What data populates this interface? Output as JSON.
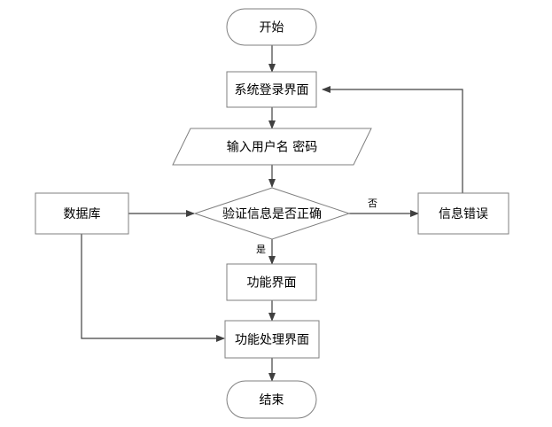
{
  "nodes": {
    "start": "开始",
    "login": "系统登录界面",
    "input": "输入用户名 密码",
    "verify": "验证信息是否正确",
    "database": "数据库",
    "error": "信息错误",
    "function": "功能界面",
    "process": "功能处理界面",
    "end": "结束"
  },
  "edges": {
    "no_label": "否",
    "yes_label": "是"
  },
  "colors": {
    "box_stroke": "#7f7f7f",
    "edge_stroke": "#404040",
    "background": "#ffffff"
  }
}
